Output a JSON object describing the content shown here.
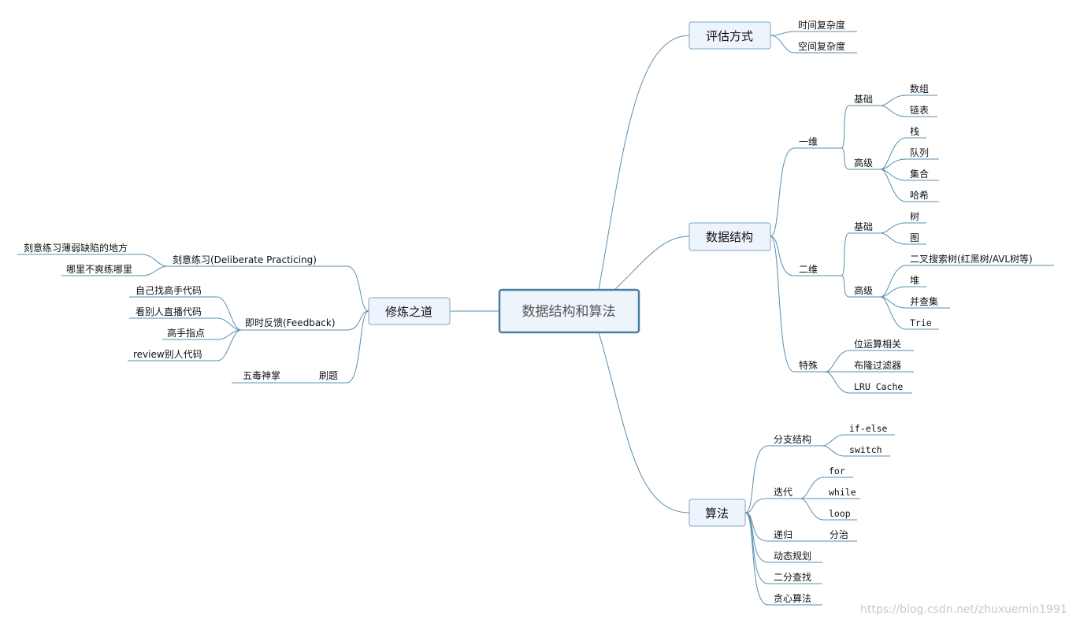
{
  "root": "数据结构和算法",
  "right_branches": {
    "eval": {
      "label": "评估方式",
      "items": [
        "时间复杂度",
        "空间复杂度"
      ]
    },
    "ds": {
      "label": "数据结构",
      "one_dim": {
        "label": "一维",
        "basic": {
          "label": "基础",
          "items": [
            "数组",
            "链表"
          ]
        },
        "advanced": {
          "label": "高级",
          "items": [
            "栈",
            "队列",
            "集合",
            "哈希"
          ]
        }
      },
      "two_dim": {
        "label": "二维",
        "basic": {
          "label": "基础",
          "items": [
            "树",
            "图"
          ]
        },
        "advanced": {
          "label": "高级",
          "items": [
            "二叉搜索树(红黑树/AVL树等)",
            "堆",
            "并查集",
            "Trie"
          ]
        }
      },
      "special": {
        "label": "特殊",
        "items": [
          "位运算相关",
          "布隆过滤器",
          "LRU Cache"
        ]
      }
    },
    "algo": {
      "label": "算法",
      "branch": {
        "label": "分支结构",
        "items": [
          "if-else",
          "switch"
        ]
      },
      "iter": {
        "label": "迭代",
        "items": [
          "for",
          "while",
          "loop"
        ]
      },
      "recursion": {
        "label": "递归",
        "child": "分治"
      },
      "others": [
        "动态规划",
        "二分查找",
        "贪心算法"
      ]
    }
  },
  "left_branch": {
    "label": "修炼之道",
    "deliberate": {
      "label": "刻意练习(Deliberate Practicing)",
      "items": [
        "刻意练习薄弱缺陷的地方",
        "哪里不爽练哪里"
      ]
    },
    "feedback": {
      "label": "即时反馈(Feedback)",
      "items": [
        "自己找高手代码",
        "看别人直播代码",
        "高手指点",
        "review别人代码"
      ]
    },
    "practice": {
      "label": "刷题",
      "child": "五毒神掌"
    }
  },
  "watermark": "https://blog.csdn.net/zhuxuemin1991",
  "colors": {
    "line": "#5b8fad",
    "box_fill": "#eef4fb",
    "box_border": "#7fa6c4",
    "root_border": "#4a7fa6"
  }
}
